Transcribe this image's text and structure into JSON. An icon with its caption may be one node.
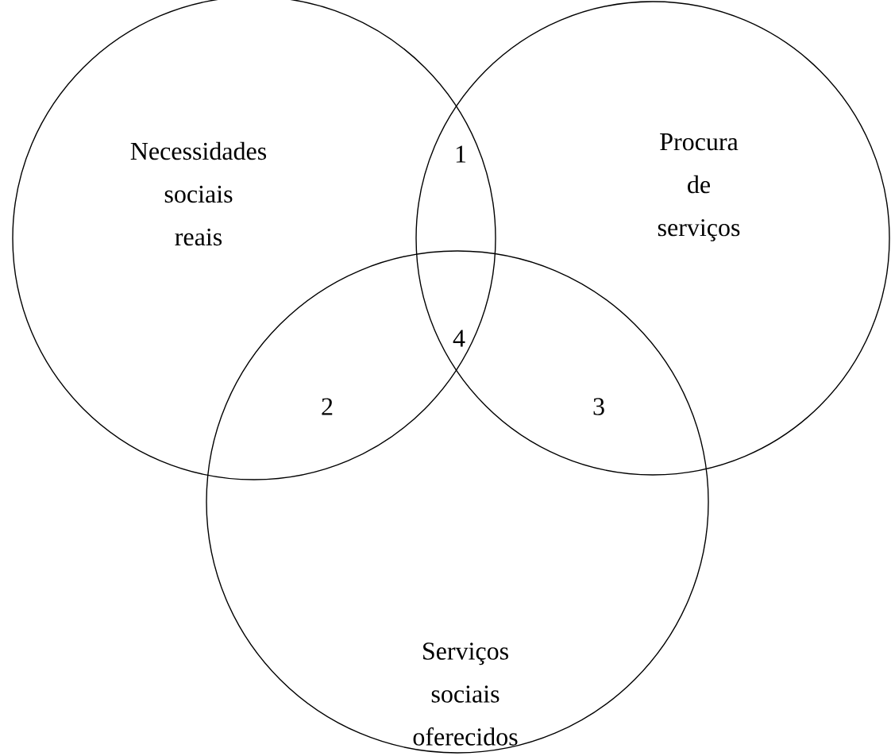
{
  "diagram": {
    "nodes": [
      {
        "text": [
          "Necessidades sociais reais"
        ]
      },
      {
        "text": [
          "Procura de serviços"
        ]
      },
      {
        "text": [
          "Serviços sociais oferecidos"
        ]
      }
    ],
    "edges": [],
    "labels": [
      "1",
      "4",
      "2",
      "3"
    ]
  }
}
